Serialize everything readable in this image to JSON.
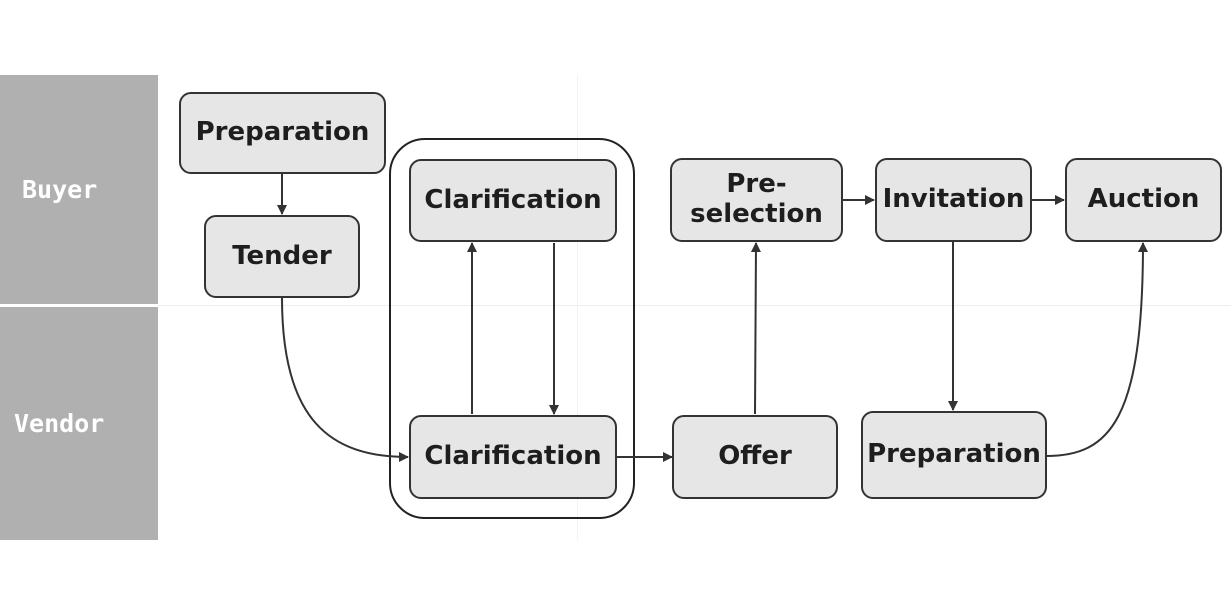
{
  "lanes": {
    "buyer": "Buyer",
    "vendor": "Vendor"
  },
  "nodes": {
    "buyer_preparation": "Preparation",
    "tender": "Tender",
    "buyer_clarification": "Clarification",
    "vendor_clarification": "Clarification",
    "preselection": "Pre-\nselection",
    "invitation": "Invitation",
    "auction": "Auction",
    "offer": "Offer",
    "vendor_preparation": "Preparation"
  },
  "colors": {
    "lane_bg": "#b0b0b0",
    "node_fill": "#e6e6e6",
    "stroke": "#333333"
  }
}
